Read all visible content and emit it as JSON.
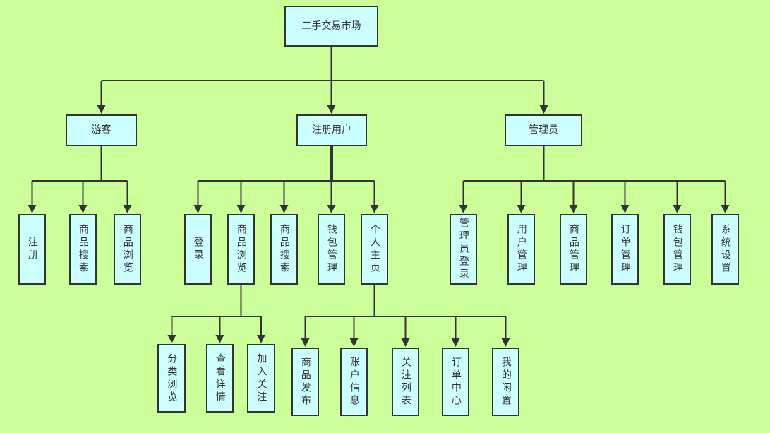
{
  "diagram": {
    "type": "hierarchy-tree",
    "title": "二手交易市场",
    "colors": {
      "background": "#ccff99",
      "node_fill": "#ccffff",
      "node_border": "#333333",
      "connector": "#333333",
      "text": "#333333"
    },
    "nodes": {
      "root": {
        "label": "二手交易市场"
      },
      "visitor": {
        "label": "游客"
      },
      "registered_user": {
        "label": "注册用户"
      },
      "admin": {
        "label": "管理员"
      },
      "register": {
        "label": "注册"
      },
      "visitor_product_search": {
        "label": "商品搜索"
      },
      "visitor_product_browse": {
        "label": "商品浏览"
      },
      "login": {
        "label": "登录"
      },
      "user_product_browse": {
        "label": "商品浏览"
      },
      "user_product_search": {
        "label": "商品搜索"
      },
      "user_wallet_mgmt": {
        "label": "钱包管理"
      },
      "personal_home": {
        "label": "个人主页"
      },
      "category_browse": {
        "label": "分类浏览"
      },
      "view_details": {
        "label": "查看详情"
      },
      "add_follow": {
        "label": "加入关注"
      },
      "product_publish": {
        "label": "商品发布"
      },
      "account_info": {
        "label": "账户信息"
      },
      "follow_list": {
        "label": "关注列表"
      },
      "order_center": {
        "label": "订单中心"
      },
      "my_idle": {
        "label": "我的闲置"
      },
      "admin_login": {
        "label": "管理员登录"
      },
      "admin_user_mgmt": {
        "label": "用户管理"
      },
      "admin_product_mgmt": {
        "label": "商品管理"
      },
      "admin_order_mgmt": {
        "label": "订单管理"
      },
      "admin_wallet_mgmt": {
        "label": "钱包管理"
      },
      "system_settings": {
        "label": "系统设置"
      }
    },
    "hierarchy": {
      "二手交易市场": [
        "游客",
        "注册用户",
        "管理员"
      ],
      "游客": [
        "注册",
        "商品搜索",
        "商品浏览"
      ],
      "注册用户": [
        "登录",
        "商品浏览",
        "商品搜索",
        "钱包管理",
        "个人主页"
      ],
      "注册用户/商品浏览": [
        "分类浏览",
        "查看详情",
        "加入关注"
      ],
      "注册用户/个人主页": [
        "商品发布",
        "账户信息",
        "关注列表",
        "订单中心",
        "我的闲置"
      ],
      "管理员": [
        "管理员登录",
        "用户管理",
        "商品管理",
        "订单管理",
        "钱包管理",
        "系统设置"
      ]
    }
  }
}
